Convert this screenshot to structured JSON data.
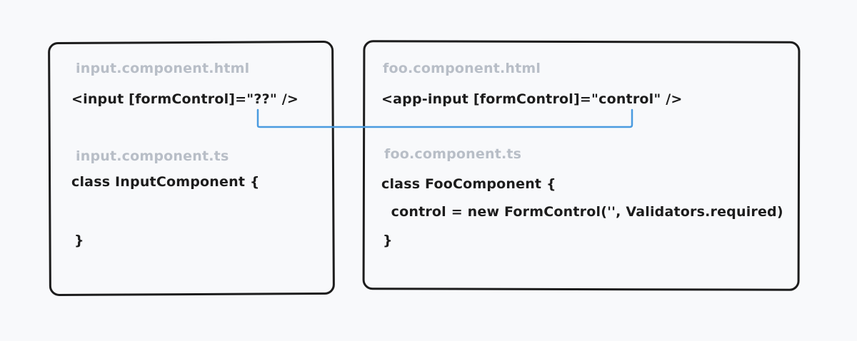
{
  "left_panel": {
    "html_filename": "input.component.html",
    "html_code": "<input [formControl]=\"??\" />",
    "ts_filename": "input.component.ts",
    "ts_line1": "class InputComponent {",
    "ts_line2": "}"
  },
  "right_panel": {
    "html_filename": "foo.component.html",
    "html_code": "<app-input [formControl]=\"control\" />",
    "ts_filename": "foo.component.ts",
    "ts_line1": "class FooComponent {",
    "ts_line2": "  control = new FormControl('', Validators.required)",
    "ts_line3": "}"
  },
  "colors": {
    "connector": "#4a9be0",
    "border": "#1c1c1c",
    "filename": "#b8bec7",
    "code": "#1c1c1c",
    "background": "#f8f9fb"
  }
}
